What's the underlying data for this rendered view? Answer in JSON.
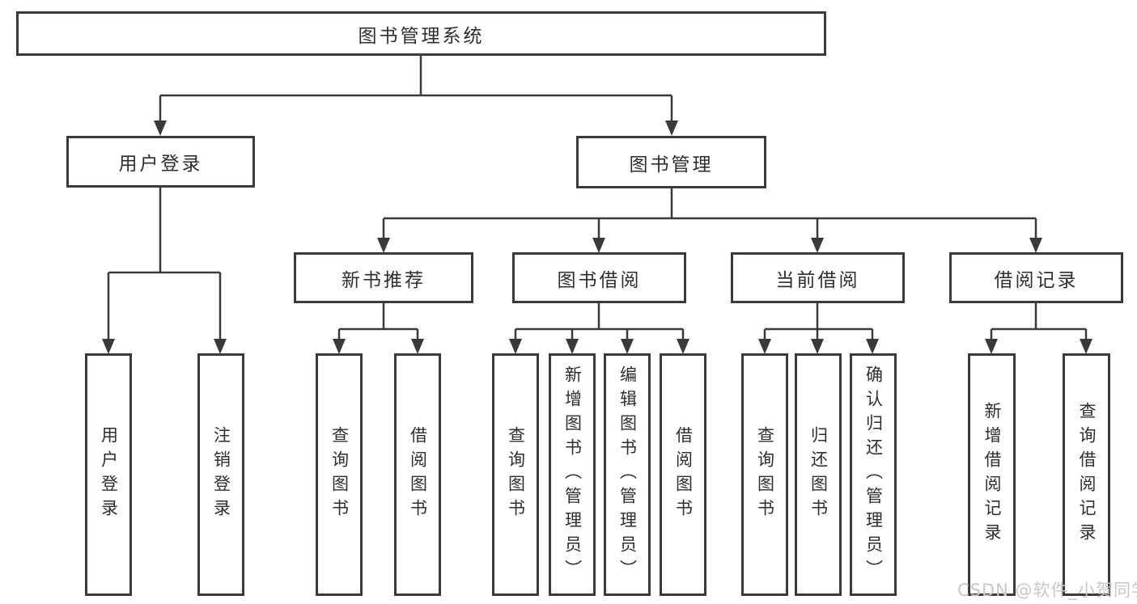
{
  "diagram": {
    "type": "hierarchy-tree",
    "root": "图书管理系统",
    "branches": [
      {
        "label": "用户登录",
        "children": [
          "用户登录",
          "注销登录"
        ]
      },
      {
        "label": "图书管理",
        "sections": [
          {
            "label": "新书推荐",
            "children": [
              "查询图书",
              "借阅图书"
            ]
          },
          {
            "label": "图书借阅",
            "children": [
              "查询图书",
              "新增图书（管理员）",
              "编辑图书（管理员）",
              "借阅图书"
            ]
          },
          {
            "label": "当前借阅",
            "children": [
              "查询图书",
              "归还图书",
              "确认归还（管理员）"
            ]
          },
          {
            "label": "借阅记录",
            "children": [
              "新增借阅记录",
              "查询借阅记录"
            ]
          }
        ]
      }
    ]
  },
  "watermark": {
    "text": "CSDN @软件_小贺同学"
  },
  "colors": {
    "line": "#3a3a3a",
    "box_border": "#3a3a3a",
    "box_fill": "#ffffff",
    "text": "#2e2e2e",
    "watermark": "#c7c7c7",
    "background": "#ffffff"
  }
}
